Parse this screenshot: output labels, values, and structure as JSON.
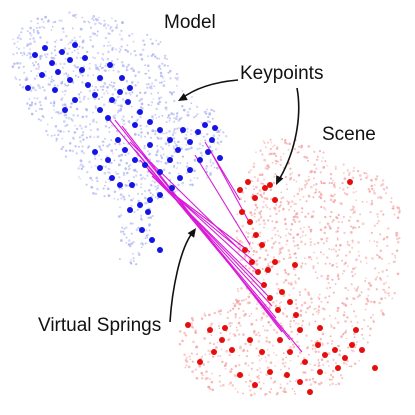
{
  "labels": {
    "model": "Model",
    "keypoints": "Keypoints",
    "scene": "Scene",
    "springs": "Virtual Springs"
  },
  "colors": {
    "model_cloud": "#aab2f0",
    "model_keypoint": "#1414e6",
    "scene_cloud": "#f3a0a0",
    "scene_keypoint": "#e60d0d",
    "spring": "#d81ad8",
    "arrow": "#111111"
  }
}
